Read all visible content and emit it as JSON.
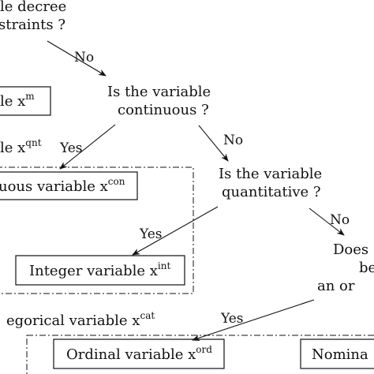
{
  "nodes": {
    "top_question": {
      "line1": "le decree",
      "line2": "straints ?"
    },
    "meta_box": {
      "text": "le x",
      "sup": "m"
    },
    "is_continuous": {
      "line1": "Is the variable",
      "line2": "continuous ?"
    },
    "qnt_group_label": {
      "text": "le x",
      "sup": "qnt"
    },
    "continuous_box": {
      "text": "uous variable x",
      "sup": "con"
    },
    "is_quantitative": {
      "line1": "Is the variable",
      "line2": "quantitative ?"
    },
    "integer_box": {
      "text": "Integer variable x",
      "sup": "int"
    },
    "does_question": {
      "line1": "Does",
      "line2": "be",
      "line3": "an or"
    },
    "cat_group_label": {
      "text": "egorical variable x",
      "sup": "cat"
    },
    "ordinal_box": {
      "text": "Ordinal variable x",
      "sup": "ord"
    },
    "nominal_box": {
      "text": "Nomina"
    }
  },
  "edges": {
    "no_1": "No",
    "yes_1": "Yes",
    "no_2": "No",
    "yes_2": "Yes",
    "no_3": "No",
    "yes_3": "Yes"
  }
}
